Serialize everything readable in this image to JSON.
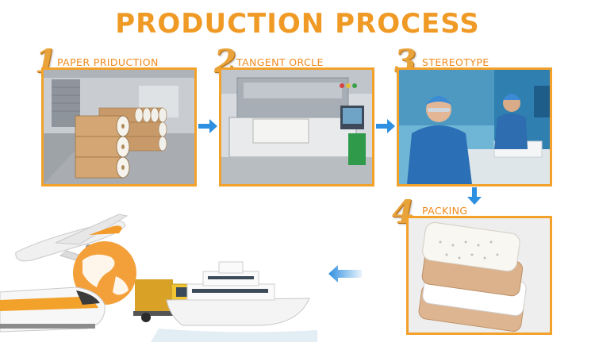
{
  "title": "PRODUCTION PROCESS",
  "steps": [
    {
      "number": "1",
      "label": "PAPER PRIDUCTION"
    },
    {
      "number": "2",
      "label": "TANGENT ORCLE"
    },
    {
      "number": "3",
      "label": "STEREOTYPE"
    },
    {
      "number": "4",
      "label": "PACKING"
    }
  ],
  "colors": {
    "accent": "#f2a12b",
    "title": "#f09a26",
    "arrow": "#2f8fe0"
  }
}
